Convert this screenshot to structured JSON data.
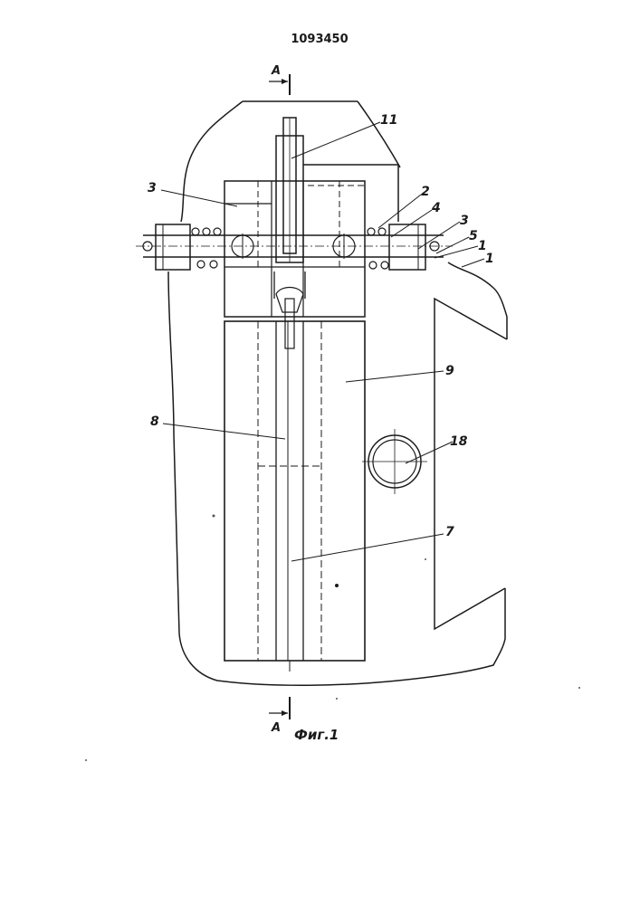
{
  "document": {
    "patent_number": "1093450",
    "figure_caption": "Фиг.1",
    "section_marker_top": "A",
    "section_marker_bottom": "A"
  },
  "callouts": [
    "11",
    "3",
    "2",
    "4",
    "3",
    "5",
    "1",
    "1",
    "9",
    "8",
    "18",
    "7"
  ]
}
